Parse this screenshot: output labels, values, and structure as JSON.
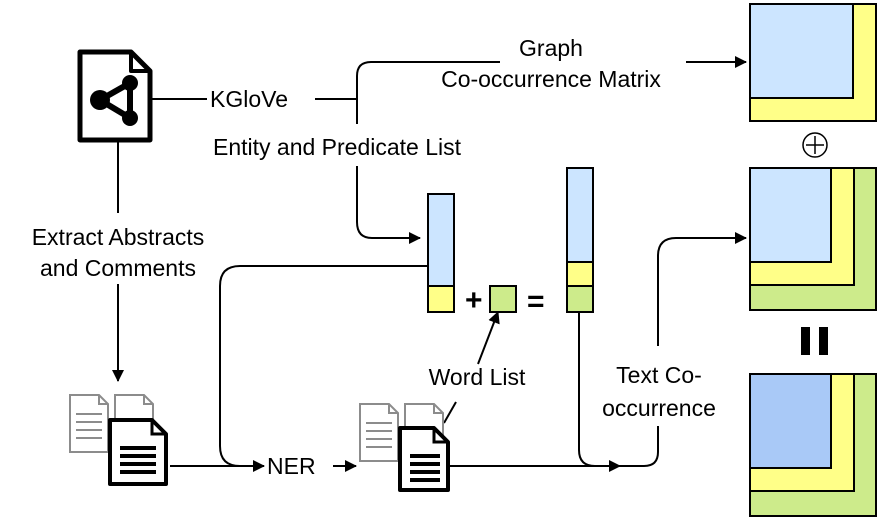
{
  "labels": {
    "kglove": "KGloVe",
    "graph_line1": "Graph",
    "graph_line2": "Co-occurrence Matrix",
    "entity_predicate_list": "Entity and Predicate List",
    "extract_line1": "Extract Abstracts",
    "extract_line2": "and Comments",
    "ner": "NER",
    "word_list": "Word List",
    "text_line1": "Text Co-",
    "text_line2": "occurrence"
  },
  "operators": {
    "plus": "+",
    "equals": "="
  },
  "colors": {
    "blue": "#cce5ff",
    "blue_dark": "#a9c9f7",
    "yellow": "#ffff88",
    "green": "#cdeb8b",
    "stroke": "#000000",
    "doc_gray": "#8c8c8c"
  },
  "icons": {
    "graph_document": "share-graph-document-icon",
    "stacked_documents": "stacked-documents-icon",
    "direct_sum": "circled-plus-icon",
    "equality": "vertical-equals-icon"
  }
}
